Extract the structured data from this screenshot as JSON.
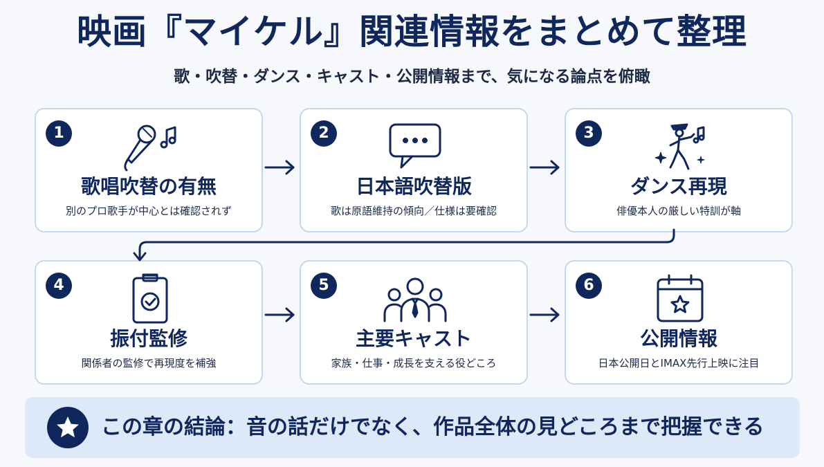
{
  "header": {
    "title": "映画『マイケル』関連情報をまとめて整理",
    "subtitle": "歌・吹替・ダンス・キャスト・公開情報まで、気になる論点を俯瞰"
  },
  "cards": [
    {
      "number": "1",
      "icon": "microphone-music-icon",
      "title": "歌唱吹替の有無",
      "description": "別のプロ歌手が中心とは確認されず"
    },
    {
      "number": "2",
      "icon": "speech-bubble-icon",
      "title": "日本語吹替版",
      "description": "歌は原語維持の傾向／仕様は要確認"
    },
    {
      "number": "3",
      "icon": "dancer-icon",
      "title": "ダンス再現",
      "description": "俳優本人の厳しい特訓が軸"
    },
    {
      "number": "4",
      "icon": "clipboard-check-icon",
      "title": "振付監修",
      "description": "関係者の監修で再現度を補強"
    },
    {
      "number": "5",
      "icon": "people-group-icon",
      "title": "主要キャスト",
      "description": "家族・仕事・成長を支える役どころ"
    },
    {
      "number": "6",
      "icon": "calendar-star-icon",
      "title": "公開情報",
      "description": "日本公開日とIMAX先行上映に注目"
    }
  ],
  "conclusion": {
    "icon": "star-icon",
    "text": "この章の結論：音の話だけでなく、作品全体の見どころまで把握できる"
  },
  "colors": {
    "navy": "#10275c",
    "card_border": "#c6d8ec",
    "banner_bg": "#dde9f8",
    "background": "#f6f8fb"
  }
}
